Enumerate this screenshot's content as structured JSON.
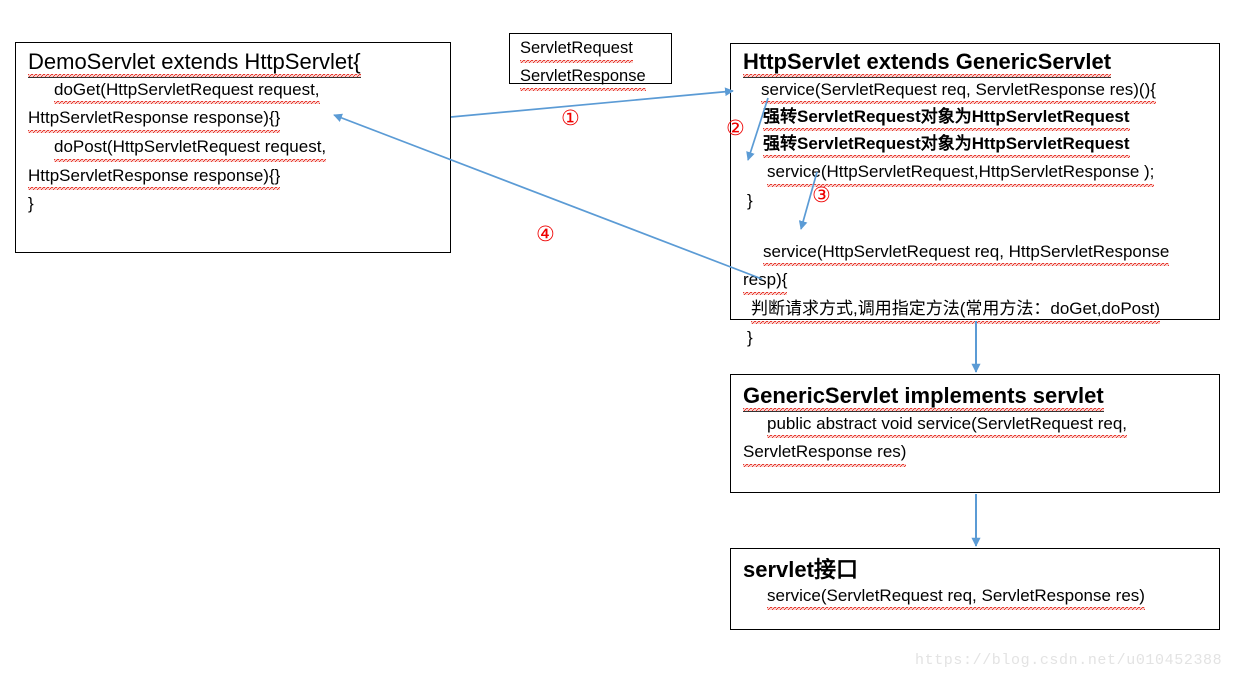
{
  "diagram": {
    "title": "Servlet inheritance / service dispatch flow",
    "watermark": "https://blog.csdn.net/u010452388",
    "colors": {
      "arrow_blue": "#5b9bd5",
      "annotation_red": "#ee0000",
      "box_border": "#000000",
      "spellcheck_red": "#e8392e",
      "background": "#ffffff",
      "watermark_gray": "#e3e3e3"
    }
  },
  "boxes": {
    "demo_servlet": {
      "title": "DemoServlet  extends HttpServlet{",
      "lines": [
        "doGet(HttpServletRequest request,",
        "HttpServletResponse response){}",
        "doPost(HttpServletRequest request,",
        "HttpServletResponse response){}",
        "}"
      ]
    },
    "servlet_req_res_note": {
      "line1": "ServletRequest",
      "line2": "ServletResponse"
    },
    "http_servlet": {
      "title": "HttpServlet extends GenericServlet",
      "line_service_sig": "service(ServletRequest req, ServletResponse res)(){",
      "cn_cast_1": "强转ServletRequest对象为HttpServletRequest",
      "cn_cast_2": "强转ServletRequest对象为HttpServletRequest",
      "line_inner_call": "service(HttpServletRequest,HttpServletResponse );",
      "brace_close_1": "}",
      "line_service2_a": "service(HttpServletRequest req, HttpServletResponse",
      "line_service2_b": "resp){",
      "cn_dispatch": "判断请求方式,调用指定方法(常用方法：doGet,doPost)",
      "brace_close_2": "}"
    },
    "generic_servlet": {
      "title": "GenericServlet  implements  servlet",
      "line1": "public abstract void service(ServletRequest req,",
      "line2": "ServletResponse res)"
    },
    "servlet_interface": {
      "title": "servlet接口",
      "line1": "service(ServletRequest req, ServletResponse res)"
    }
  },
  "annotations": {
    "step1": "①",
    "step2": "②",
    "step3": "③",
    "step4": "④"
  },
  "arrows": [
    {
      "name": "demo-to-httpservlet",
      "label": "①",
      "from": "DemoServlet right edge",
      "to": "HttpServlet service(ServletRequest...)"
    },
    {
      "name": "service-to-inner-call",
      "label": "②",
      "from": "service(ServletRequest req...)",
      "to": "service(HttpServletRequest,HttpServletResponse)"
    },
    {
      "name": "inner-call-to-service2",
      "label": "③",
      "from": "service(HttpServletRequest,HttpServletResponse)",
      "to": "service(HttpServletRequest req...)"
    },
    {
      "name": "dispatch-back-to-demo",
      "label": "④",
      "from": "判断请求方式 dispatch line",
      "to": "DemoServlet doGet/doPost"
    },
    {
      "name": "httpservlet-to-genericservlet",
      "label": "",
      "from": "HttpServlet box",
      "to": "GenericServlet box"
    },
    {
      "name": "genericservlet-to-interface",
      "label": "",
      "from": "GenericServlet box",
      "to": "servlet接口 box"
    }
  ]
}
